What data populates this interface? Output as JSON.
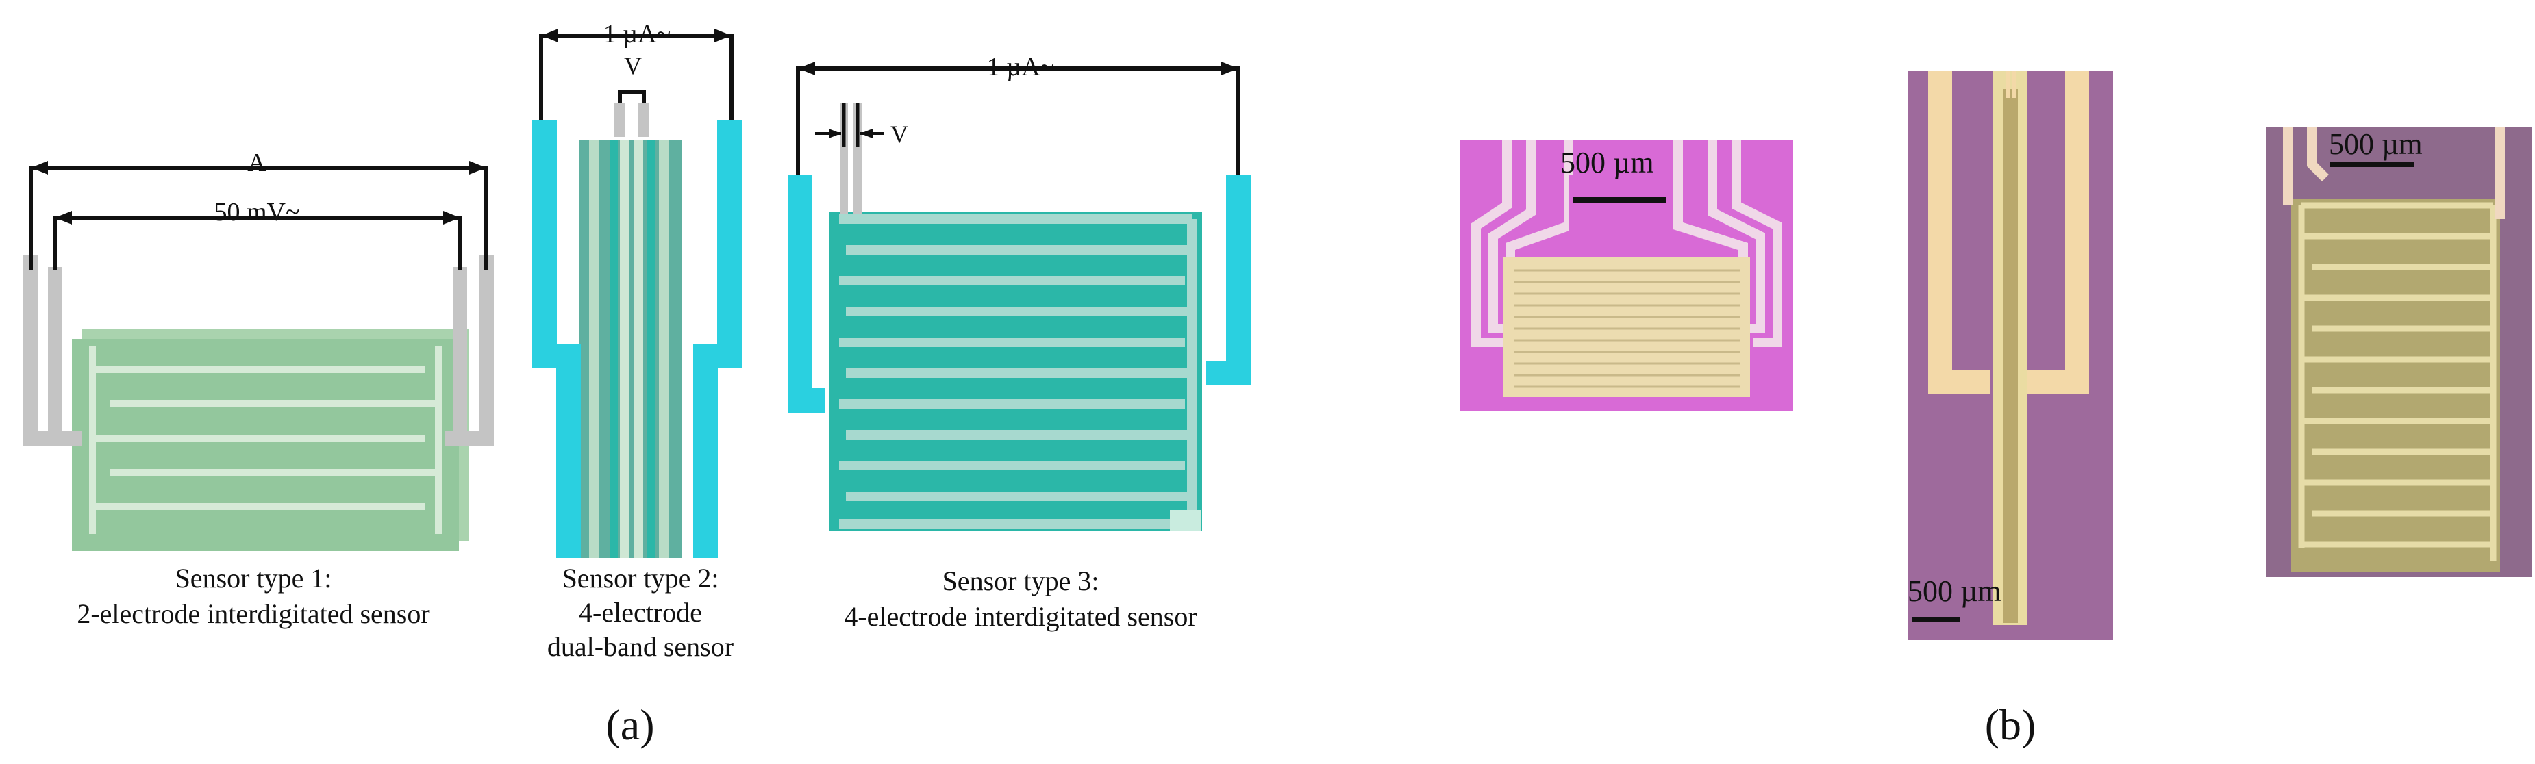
{
  "panel_a": {
    "label": "(a)",
    "sensor1": {
      "current_label": "A",
      "voltage_label": "50 mV~",
      "caption_line1": "Sensor type 1:",
      "caption_line2": "2-electrode interdigitated sensor"
    },
    "sensor2": {
      "current_label": "1 µA~",
      "voltage_label": "V",
      "caption_line1": "Sensor type 2:",
      "caption_line2": "4-electrode",
      "caption_line3": "dual-band sensor"
    },
    "sensor3": {
      "current_label": "1 µA~",
      "voltage_label": "V",
      "caption_line1": "Sensor type 3:",
      "caption_line2": "4-electrode interdigitated sensor"
    }
  },
  "panel_b": {
    "label": "(b)",
    "photo1_scale": "500 µm",
    "photo2_scale": "500 µm",
    "photo3_scale": "500 µm"
  },
  "colors": {
    "film_green": "#8cc49a",
    "electrode_gray": "#c4c4c4",
    "cyan": "#2ad0e0",
    "teal": "#2bb7a8",
    "pink_substrate": "#d86ad6",
    "purple_substrate": "#9e6a9c",
    "gold": "#e6d9a8"
  }
}
